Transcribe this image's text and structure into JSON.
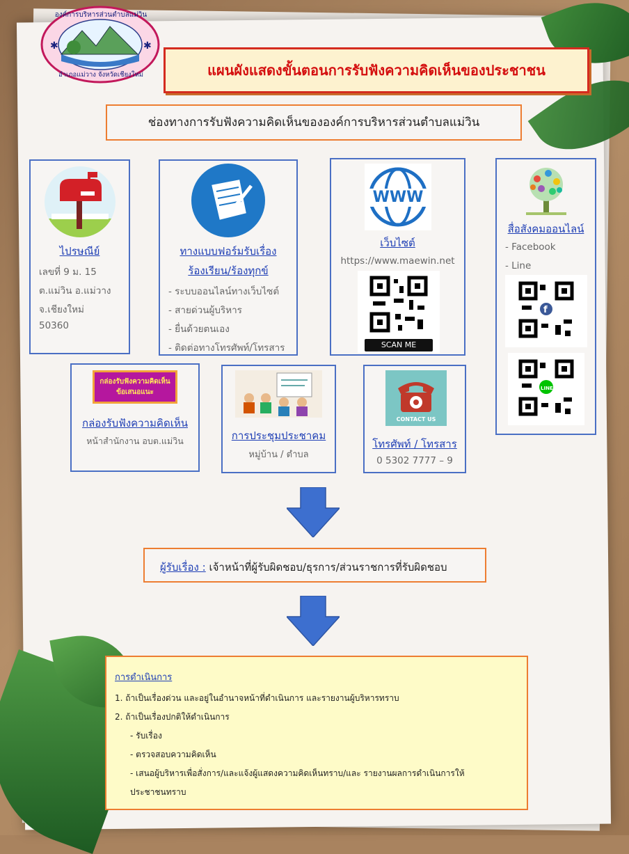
{
  "logo": {
    "top_text": "องค์การบริหารส่วนตำบลแม่วิน",
    "bottom_text": "อำเภอแม่วาง จังหวัดเชียงใหม่"
  },
  "title": "แผนผังแสดงขั้นตอนการรับฟังความคิดเห็นของประชาชน",
  "subtitle": "ช่องทางการรับฟังความคิดเห็นขององค์การบริหารส่วนตำบลแม่วิน",
  "post": {
    "heading": "ไปรษณีย์",
    "lines": [
      "เลขที่ 9 ม. 15",
      "ต.แม่วิน อ.แม่วาง",
      "จ.เชียงใหม่",
      "50360"
    ]
  },
  "form": {
    "heading_line1": "ทางแบบฟอร์มรับเรื่อง",
    "heading_line2": "ร้องเรียน/ร้องทุกข์",
    "items": [
      "- ระบบออนไลน์ทางเว็บไซต์",
      "- สายด่วนผู้บริหาร",
      "- ยื่นด้วยตนเอง",
      "- ติดต่อทางโทรศัพท์/โทรสาร"
    ]
  },
  "website": {
    "icon_text": "WWW",
    "heading": "เว็บไซต์",
    "url": "https://www.maewin.net",
    "scan_label": "SCAN ME"
  },
  "social": {
    "heading": "สื่อสังคมออนไลน์",
    "items": [
      "- Facebook",
      "- Line"
    ]
  },
  "suggestion_box": {
    "sign_line1": "กล่องรับฟังความคิดเห็น",
    "sign_line2": "ข้อเสนอแนะ",
    "heading": "กล่องรับฟังความคิดเห็น",
    "location": "หน้าสำนักงาน อบต.แม่วิน"
  },
  "meeting": {
    "heading": "การประชุมประชาคม",
    "location": "หมู่บ้าน / ตำบล"
  },
  "phone": {
    "contact_label": "CONTACT US",
    "heading": "โทรศัพท์ / โทรสาร",
    "number": "0 5302 7777 – 9"
  },
  "receiver": {
    "label": "ผู้รับเรื่อง :",
    "text": "เจ้าหน้าที่ผู้รับผิดชอบ/ธุรการ/ส่วนราชการที่รับผิดชอบ"
  },
  "process": {
    "heading": "การดำเนินการ",
    "item1": "1.   ถ้าเป็นเรื่องด่วน และอยู่ในอำนาจหน้าที่ดำเนินการ และรายงานผู้บริหารทราบ",
    "item2": "2.   ถ้าเป็นเรื่องปกติให้ดำเนินการ",
    "sub1": "- รับเรื่อง",
    "sub2": "- ตรวจสอบความคิดเห็น",
    "sub3_line1": "- เสนอผู้บริหารเพื่อสั่งการ/และแจ้งผู้แสดงความคิดเห็นทราบ/และ รายงานผลการดำเนินการให้",
    "sub3_line2": "ประชาชนทราบ"
  },
  "colors": {
    "title_red": "#d40f0f",
    "box_blue": "#4a6fc4",
    "link_blue": "#1f3fb5",
    "orange": "#ed7d31",
    "arrow_blue": "#3d6fcf",
    "process_bg": "#fefbc8"
  }
}
